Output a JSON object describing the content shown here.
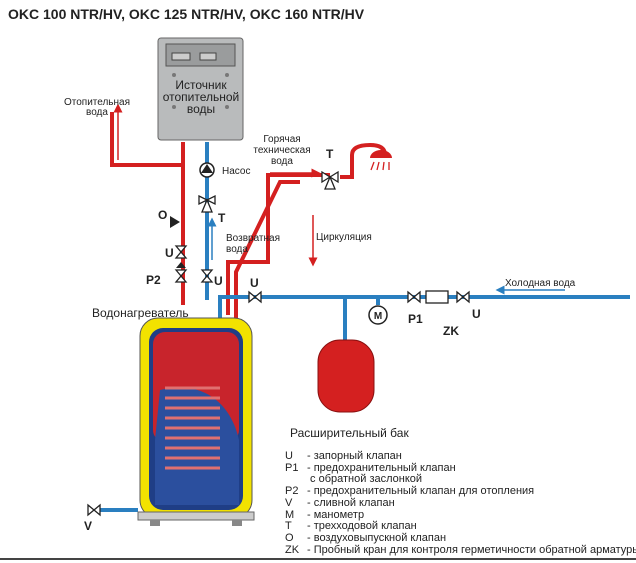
{
  "title": "OKC 100 NTR/HV, OKC 125 NTR/HV, OKC 160 NTR/HV",
  "colors": {
    "hot": "#d42020",
    "cold": "#2a7fc0",
    "tank_shell": "#f2e200",
    "boiler": "#b9bbbc"
  },
  "labels": {
    "boiler": [
      "Источник",
      "отопительной",
      "воды"
    ],
    "heating_water": [
      "Отопительная",
      "вода"
    ],
    "pump": "Насос",
    "return_water": [
      "Возвратная",
      "вода"
    ],
    "hot_water": [
      "Горячая",
      "техническая",
      "вода"
    ],
    "circulation": "Циркуляция",
    "cold_water": "Холодная вода",
    "heater": "Водонагреватель",
    "expansion_tank": "Расширительный бак",
    "O": "O",
    "T": "T",
    "U": "U",
    "P1": "P1",
    "P2": "P2",
    "V": "V",
    "M": "M",
    "ZK": "ZK"
  },
  "legend": [
    {
      "code": "U",
      "text": "- запорный клапан"
    },
    {
      "code": "P1",
      "text": "- предохранительный клапан"
    },
    {
      "code": "",
      "text": "  с обратной заслонкой"
    },
    {
      "code": "P2",
      "text": "- предохранительный клапан для отопления"
    },
    {
      "code": "V",
      "text": "- сливной клапан"
    },
    {
      "code": "M",
      "text": "- манометр"
    },
    {
      "code": "T",
      "text": "- трехходовой клапан"
    },
    {
      "code": "O",
      "text": "- воздуховыпускной клапан"
    },
    {
      "code": "ZK",
      "text": "- Пробный кран для контроля герметичности обратной арматуры"
    }
  ]
}
